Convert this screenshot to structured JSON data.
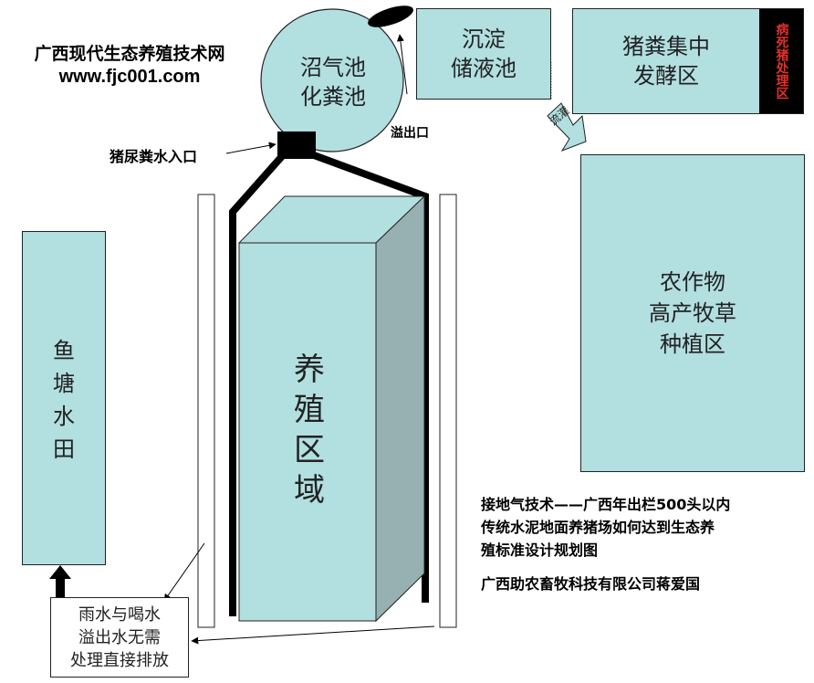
{
  "site": {
    "name": "广西现代生态养殖技术网",
    "url": "www.fjc001.com"
  },
  "nodes": {
    "biogas": [
      "沼气池",
      "化粪池"
    ],
    "sediment": [
      "沉淀",
      "储液池"
    ],
    "ferment": [
      "猪粪集中",
      "发酵区"
    ],
    "deadpig": "病死猪处理区",
    "crop": [
      "农作物",
      "高产牧草",
      "种植区"
    ],
    "breeding": "养殖区域",
    "fishpond": "鱼塘水田",
    "rain": [
      "雨水与喝水",
      "溢出水无需",
      "处理直接排放"
    ]
  },
  "labels": {
    "overflow": "溢出口",
    "inlet": "猪尿粪水入口",
    "flow": "流灌"
  },
  "caption": {
    "lines": [
      "接地气技术——广西年出栏500头以内",
      "传统水泥地面养猪场如何达到生态养",
      "殖标准设计规划图"
    ],
    "author": "广西助农畜牧科技有限公司蒋爱国"
  },
  "colors": {
    "box_fill": "#b2dfe0",
    "box_side": "#97b0b2",
    "dead_bg": "#000000",
    "dead_text": "#e8302a"
  }
}
